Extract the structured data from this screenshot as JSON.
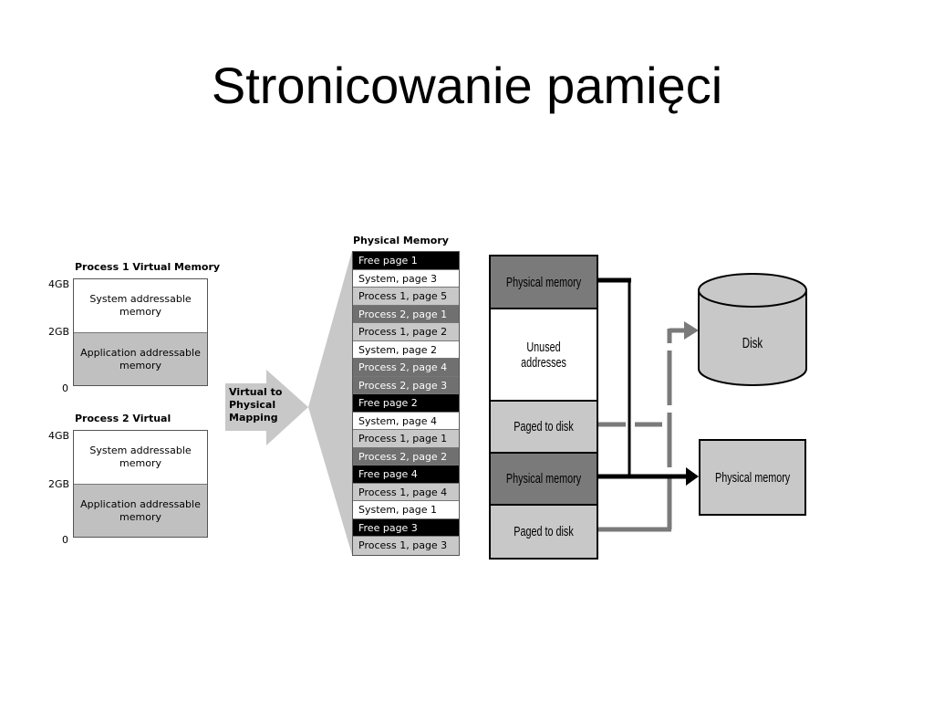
{
  "title": "Stronicowanie pamięci",
  "process1": {
    "heading": "Process 1 Virtual Memory",
    "axis": [
      "4GB",
      "2GB",
      "0"
    ],
    "regions": [
      "System addressable memory",
      "Application addressable memory"
    ]
  },
  "process2": {
    "heading": "Process 2 Virtual",
    "axis": [
      "4GB",
      "2GB",
      "0"
    ],
    "regions": [
      "System addressable memory",
      "Application addressable memory"
    ]
  },
  "mapping_arrow": {
    "label": "Virtual to Physical Mapping"
  },
  "physical_memory": {
    "heading": "Physical Memory",
    "pages": [
      {
        "label": "Free page 1",
        "kind": "free"
      },
      {
        "label": "System, page 3",
        "kind": "system"
      },
      {
        "label": "Process 1, page 5",
        "kind": "proc1"
      },
      {
        "label": "Process 2, page 1",
        "kind": "proc2"
      },
      {
        "label": "Process 1, page 2",
        "kind": "proc1"
      },
      {
        "label": "System, page 2",
        "kind": "system"
      },
      {
        "label": "Process 2, page 4",
        "kind": "proc2"
      },
      {
        "label": "Process 2, page 3",
        "kind": "proc2"
      },
      {
        "label": "Free page 2",
        "kind": "free"
      },
      {
        "label": "System, page 4",
        "kind": "system"
      },
      {
        "label": "Process 1, page 1",
        "kind": "proc1"
      },
      {
        "label": "Process 2, page 2",
        "kind": "proc2"
      },
      {
        "label": "Free page 4",
        "kind": "free"
      },
      {
        "label": "Process 1, page 4",
        "kind": "proc1"
      },
      {
        "label": "System, page 1",
        "kind": "system"
      },
      {
        "label": "Free page 3",
        "kind": "free"
      },
      {
        "label": "Process 1, page 3",
        "kind": "proc1"
      }
    ]
  },
  "address_space": {
    "blocks": [
      {
        "label": "Physical memory",
        "kind": "dark"
      },
      {
        "label": "Unused addresses",
        "kind": "white"
      },
      {
        "label": "Paged to disk",
        "kind": "light"
      },
      {
        "label": "Physical memory",
        "kind": "dark"
      },
      {
        "label": "Paged to disk",
        "kind": "light"
      }
    ]
  },
  "disk": {
    "label": "Disk"
  },
  "physical_memory_box": {
    "label": "Physical memory"
  }
}
